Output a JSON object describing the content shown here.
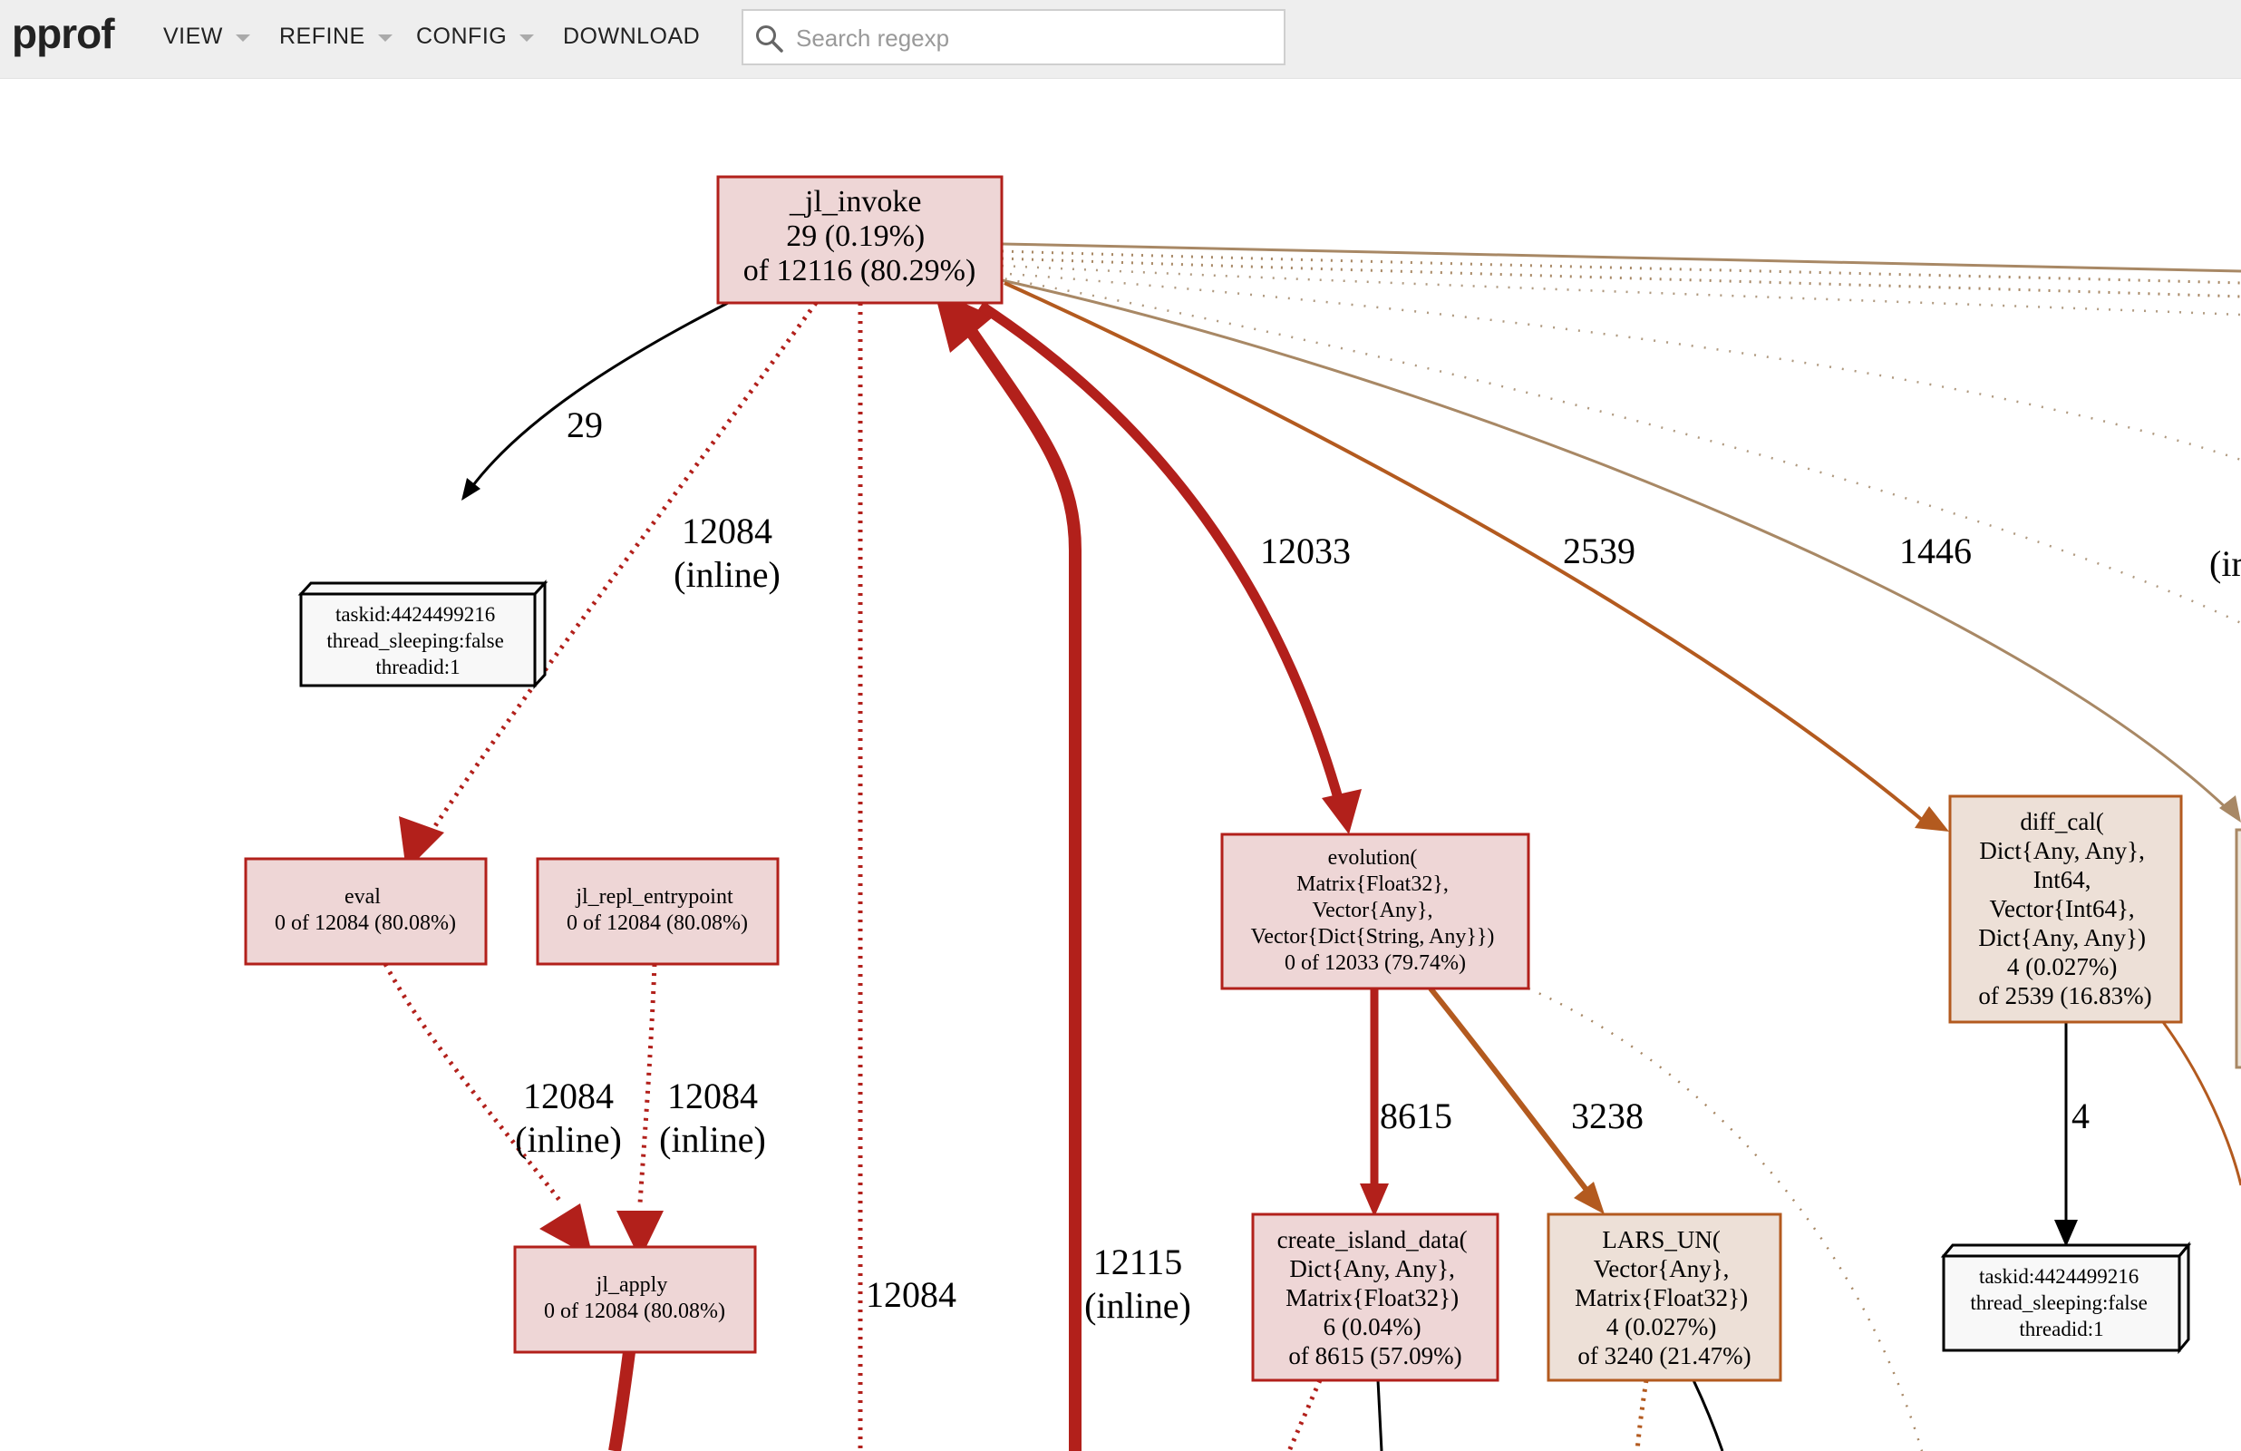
{
  "app": {
    "logo": "pprof"
  },
  "menu": {
    "view": "VIEW",
    "refine": "REFINE",
    "config": "CONFIG",
    "download": "DOWNLOAD"
  },
  "search": {
    "placeholder": "Search regexp",
    "value": ""
  },
  "colors": {
    "hot": "#b2201b",
    "warm": "#b35a1f",
    "cool": "#a88865",
    "hot_fill": "#eed6d6",
    "warm_fill": "#ede0d7",
    "cool_fill": "#eee6dc"
  },
  "graph": {
    "nodes": {
      "jl_invoke": [
        "_jl_invoke",
        "29 (0.19%)",
        "of 12116 (80.29%)"
      ],
      "task_left": [
        "taskid:4424499216",
        "thread_sleeping:false",
        "threadid:1"
      ],
      "eval": [
        "eval",
        "0 of 12084 (80.08%)"
      ],
      "jl_repl_entrypoint": [
        "jl_repl_entrypoint",
        "0 of 12084 (80.08%)"
      ],
      "jl_apply": [
        "jl_apply",
        "0 of 12084 (80.08%)"
      ],
      "evolution": [
        "evolution(",
        "Matrix{Float32},",
        "Vector{Any},",
        "Vector{Dict{String, Any}})",
        "0 of 12033 (79.74%)"
      ],
      "create_island_data": [
        "create_island_data(",
        "Dict{Any, Any},",
        "Matrix{Float32})",
        "6 (0.04%)",
        "of 8615 (57.09%)"
      ],
      "lars_un": [
        "LARS_UN(",
        "Vector{Any},",
        "Matrix{Float32})",
        "4 (0.027%)",
        "of 3240 (21.47%)"
      ],
      "diff_cal": [
        "diff_cal(",
        "Dict{Any, Any},",
        "Int64,",
        "Vector{Int64},",
        "Dict{Any, Any})",
        "4 (0.027%)",
        "of 2539 (16.83%)"
      ],
      "task_right": [
        "taskid:4424499216",
        "thread_sleeping:false",
        "threadid:1"
      ]
    },
    "edges": {
      "e29": [
        "29"
      ],
      "e_eval": [
        "12084",
        "(inline)"
      ],
      "e_eval_apply": [
        "12084",
        "(inline)"
      ],
      "e_repl_apply": [
        "12084",
        "(inline)"
      ],
      "e_down": [
        "12084"
      ],
      "e_up": [
        "12115",
        "(inline)"
      ],
      "e_evolution": [
        "12033"
      ],
      "e_diff": [
        "2539"
      ],
      "e_1446": [
        "1446"
      ],
      "e_partial": [
        "(ir"
      ],
      "e_8615": [
        "8615"
      ],
      "e_3238": [
        "3238"
      ],
      "e_4": [
        "4"
      ]
    }
  }
}
